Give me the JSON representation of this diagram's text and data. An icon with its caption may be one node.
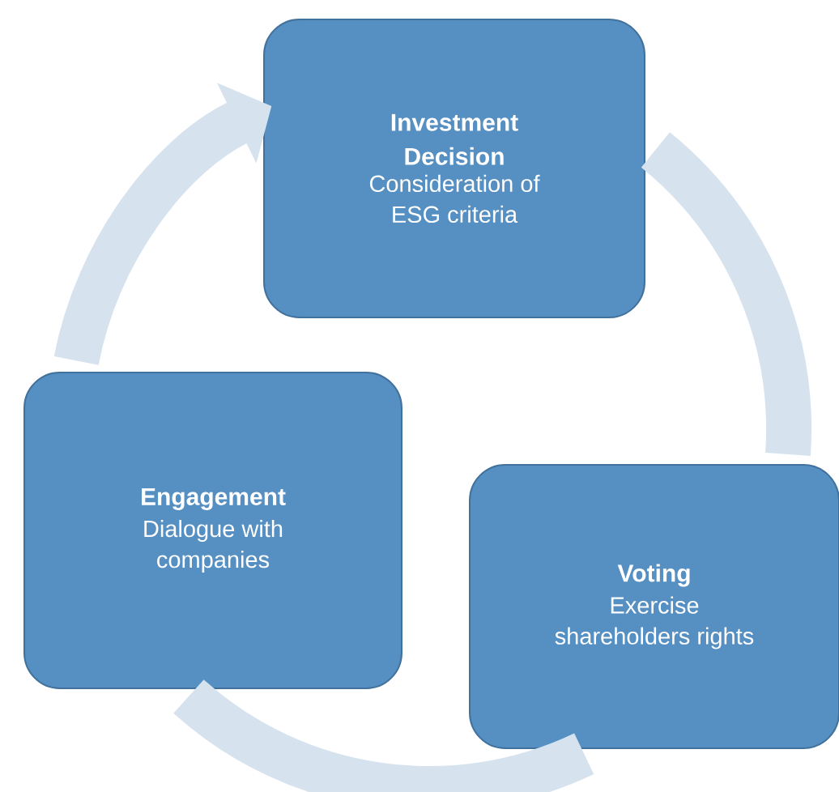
{
  "diagram": {
    "nodes": [
      {
        "text": [
          "Investment Decision",
          "Consideration of ESG criteria"
        ]
      },
      {
        "text": [
          "Voting",
          "Exercise shareholders rights"
        ]
      },
      {
        "text": [
          "Engagement",
          "Dialogue with companies"
        ]
      }
    ],
    "edges": [
      {
        "from": 0,
        "to": 1,
        "arrow": "none"
      },
      {
        "from": 1,
        "to": 2,
        "arrow": "none"
      },
      {
        "from": 2,
        "to": 0,
        "arrow": "to"
      }
    ]
  }
}
